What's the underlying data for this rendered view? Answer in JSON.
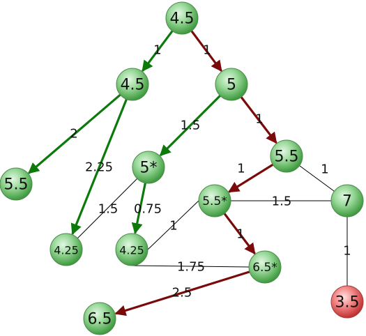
{
  "colors": {
    "green_edge": "#0b7a0b",
    "red_edge": "#7a0a0a",
    "plain_edge": "#000000",
    "node_green": "#7ccf7c",
    "node_red": "#f07070"
  },
  "nodes": [
    {
      "id": "root",
      "label": "4.5",
      "color": "green"
    },
    {
      "id": "n_left",
      "label": "4.5",
      "color": "green"
    },
    {
      "id": "n_five",
      "label": "5",
      "color": "green"
    },
    {
      "id": "n_55_left",
      "label": "5.5",
      "color": "green"
    },
    {
      "id": "n_5star",
      "label": "5*",
      "color": "green"
    },
    {
      "id": "n_55_mid",
      "label": "5.5",
      "color": "green"
    },
    {
      "id": "n_55star",
      "label": "5.5*",
      "color": "green"
    },
    {
      "id": "n_seven",
      "label": "7",
      "color": "green"
    },
    {
      "id": "n_425_a",
      "label": "4.25",
      "color": "green"
    },
    {
      "id": "n_425_b",
      "label": "4.25",
      "color": "green"
    },
    {
      "id": "n_65star",
      "label": "6.5*",
      "color": "green"
    },
    {
      "id": "n_35",
      "label": "3.5",
      "color": "red"
    },
    {
      "id": "n_65",
      "label": "6.5",
      "color": "green"
    }
  ],
  "edges": [
    {
      "from": "root",
      "to": "n_left",
      "label": "1",
      "kind": "green",
      "directed": true
    },
    {
      "from": "root",
      "to": "n_five",
      "label": "1",
      "kind": "red",
      "directed": true
    },
    {
      "from": "n_left",
      "to": "n_55_left",
      "label": "2",
      "kind": "green",
      "directed": true
    },
    {
      "from": "n_left",
      "to": "n_425_a",
      "label": "2.25",
      "kind": "green",
      "directed": true
    },
    {
      "from": "n_five",
      "to": "n_5star",
      "label": "1.5",
      "kind": "green",
      "directed": true
    },
    {
      "from": "n_five",
      "to": "n_55_mid",
      "label": "1",
      "kind": "red",
      "directed": true
    },
    {
      "from": "n_5star",
      "to": "n_425_a",
      "label": "1.5",
      "kind": "plain",
      "directed": false
    },
    {
      "from": "n_5star",
      "to": "n_425_b",
      "label": "0.75",
      "kind": "green",
      "directed": true
    },
    {
      "from": "n_55_mid",
      "to": "n_55star",
      "label": "1",
      "kind": "red",
      "directed": true
    },
    {
      "from": "n_55_mid",
      "to": "n_seven",
      "label": "1",
      "kind": "plain",
      "directed": false
    },
    {
      "from": "n_55star",
      "to": "n_seven",
      "label": "1.5",
      "kind": "plain",
      "directed": false
    },
    {
      "from": "n_55star",
      "to": "n_425_b",
      "label": "1",
      "kind": "plain",
      "directed": false
    },
    {
      "from": "n_55star",
      "to": "n_65star",
      "label": "1",
      "kind": "red",
      "directed": true
    },
    {
      "from": "n_425_b",
      "to": "n_65star",
      "label": "1.75",
      "kind": "plain",
      "directed": false
    },
    {
      "from": "n_65star",
      "to": "n_65",
      "label": "2.5",
      "kind": "red",
      "directed": true
    },
    {
      "from": "n_seven",
      "to": "n_35",
      "label": "1",
      "kind": "plain",
      "directed": false
    }
  ]
}
